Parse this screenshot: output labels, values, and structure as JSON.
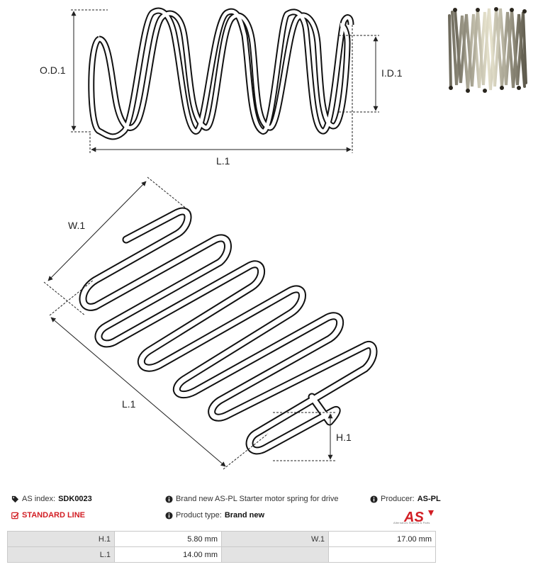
{
  "dimensions": {
    "od": "O.D.1",
    "id": "I.D.1",
    "l_top": "L.1",
    "w": "W.1",
    "l_side": "L.1",
    "h": "H.1"
  },
  "photo": {
    "icon": "spring-photo"
  },
  "info": {
    "as_index_label": "AS index:",
    "as_index_value": "SDK0023",
    "description": "Brand new AS-PL Starter motor spring for drive",
    "producer_label": "Producer:",
    "producer_value": "AS-PL",
    "line_label": "STANDARD LINE",
    "product_type_label": "Product type:",
    "product_type_value": "Brand new"
  },
  "logo": {
    "text": "AS",
    "subtitle": "Alternators Starters & Parts"
  },
  "params": [
    {
      "k1": "H.1",
      "v1": "5.80 mm",
      "k2": "W.1",
      "v2": "17.00 mm"
    },
    {
      "k1": "L.1",
      "v1": "14.00 mm",
      "k2": "",
      "v2": ""
    }
  ],
  "colors": {
    "accent": "#d21e24",
    "table_key_bg": "#e3e3e3",
    "border": "#c9c9c9"
  }
}
